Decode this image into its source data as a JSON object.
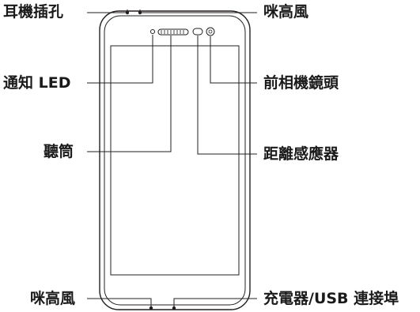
{
  "labels": {
    "earphone_jack": "耳機插孔",
    "microphone_top": "咪高風",
    "notification_led": "通知 LED",
    "front_camera": "前相機鏡頭",
    "earpiece": "聽筒",
    "proximity_sensor": "距離感應器",
    "microphone_bottom": "咪高風",
    "charger_usb_port": "充電器/USB 連接埠"
  },
  "colors": {
    "line": "#231f20",
    "text": "#1a1a1a",
    "phone_outline": "#231f20"
  }
}
